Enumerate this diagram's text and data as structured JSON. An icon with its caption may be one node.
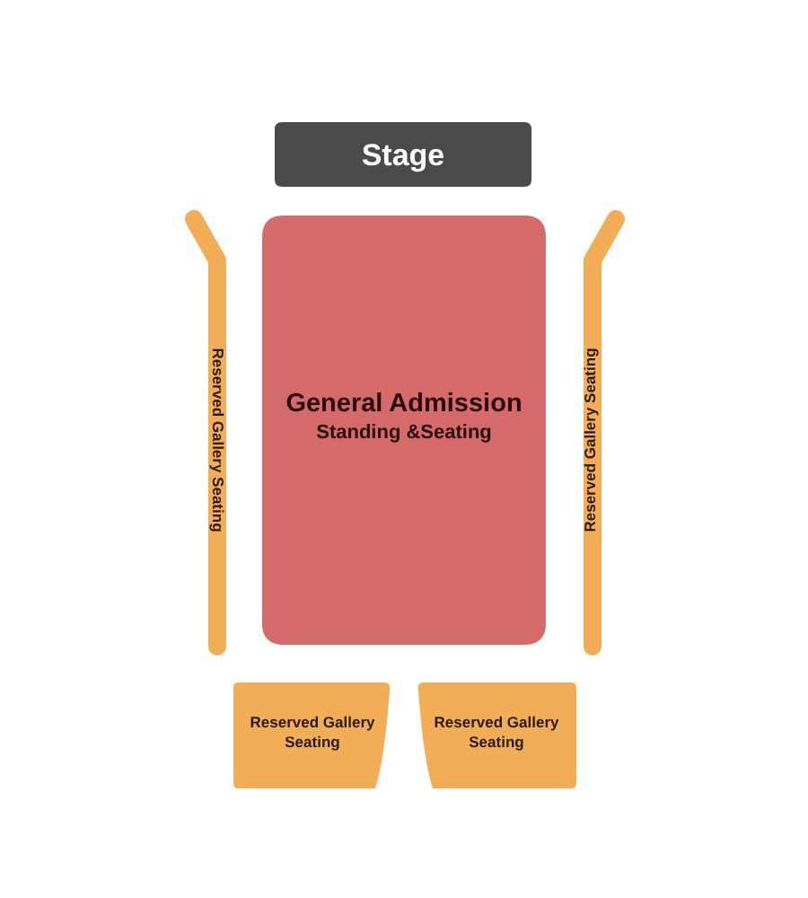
{
  "diagram": {
    "nodes": [
      {
        "text": [
          "Stage"
        ]
      },
      {
        "text": [
          "General Admission",
          "Standing &Seating"
        ]
      },
      {
        "text": [
          "Reserved Gallery Seating"
        ]
      },
      {
        "text": [
          "Reserved Gallery Seating"
        ]
      },
      {
        "text": [
          "Reserved Gallery Seating"
        ]
      },
      {
        "text": [
          "Reserved Gallery Seating"
        ]
      }
    ]
  }
}
